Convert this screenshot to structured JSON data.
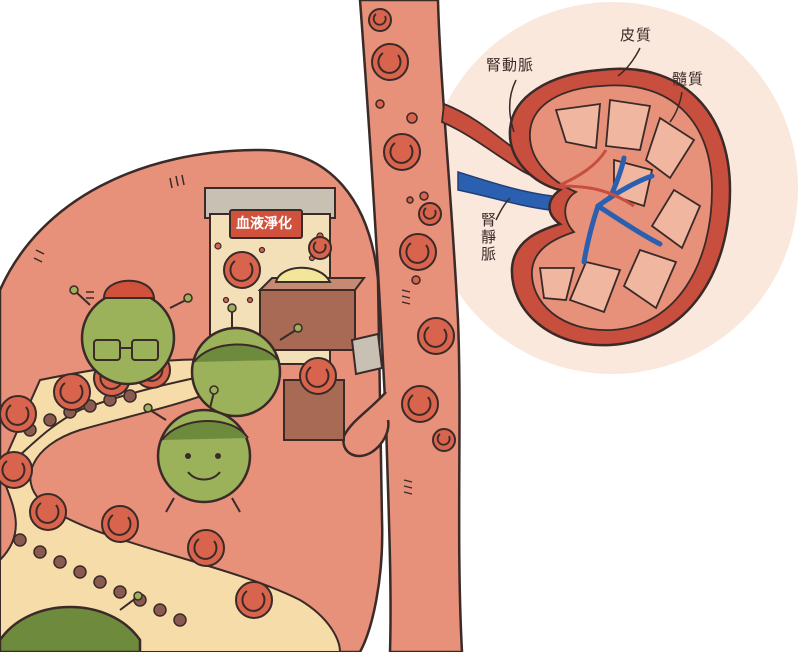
{
  "labels": {
    "renal_artery": "腎動脈",
    "cortex": "皮質",
    "medulla": "髓質",
    "renal_vein": "腎靜脈"
  },
  "sign": "血液淨化",
  "colors": {
    "outline": "#3a2a28",
    "body_salmon": "#e7907a",
    "blood_cell": "#d9644e",
    "artery": "#c84e3e",
    "vein": "#2b5fb0",
    "cream_bg": "#fbe8dc",
    "conveyor": "#f6dca8",
    "germ_green": "#9bb25a",
    "building": "#f3dfb8",
    "sign_red": "#d0523d"
  },
  "icons": [
    "red-blood-cell-icon",
    "germ-character-icon",
    "glasses-icon",
    "hat-icon",
    "crate-icon"
  ]
}
